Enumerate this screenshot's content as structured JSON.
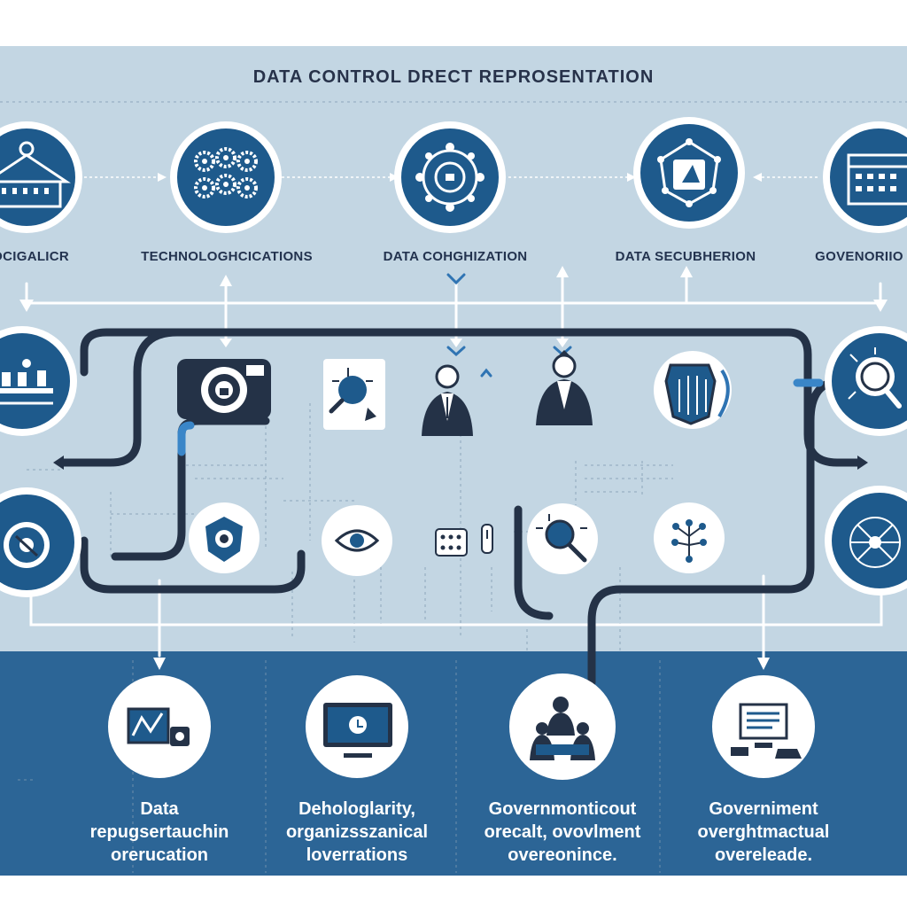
{
  "title": "DATA CONTROL DRECT REPROSENTATION",
  "colors": {
    "light_panel": "#c3d6e3",
    "dark_panel": "#2c6596",
    "navy": "#1e5a8c",
    "line": "#243247",
    "accent_blue": "#2f74b3"
  },
  "top_nodes": [
    {
      "label": "TOCIGALICR",
      "icon": "school-building-icon"
    },
    {
      "label": "TECHNOLOGHCICATIONS",
      "icon": "gears-icon"
    },
    {
      "label": "DATA COHGHIZATION",
      "icon": "gear-lock-icon"
    },
    {
      "label": "DATA SECUBHERION",
      "icon": "network-shield-icon"
    },
    {
      "label": "GOVENORIIO",
      "icon": "calendar-grid-icon"
    }
  ],
  "middle_icons": [
    "meeting-table-icon",
    "camera-lock-icon",
    "magnifier-card-icon",
    "official-person-icon",
    "official-person-icon",
    "shield-document-icon",
    "magnifier-circle-icon"
  ],
  "lower_icons": [
    "disk-icon",
    "security-shield-icon",
    "eye-icon",
    "control-panel-icon",
    "magnifier-small-icon",
    "network-tree-icon",
    "atom-network-icon"
  ],
  "bottom_nodes": [
    {
      "lines": [
        "Data",
        "repugsertauchin",
        "orerucation"
      ],
      "icon": "analytics-monitor-icon"
    },
    {
      "lines": [
        "Dehologlarity,",
        "organizsszanical",
        "loverrations"
      ],
      "icon": "desktop-monitor-icon"
    },
    {
      "lines": [
        "Governmonticout",
        "orecalt, ovovlment",
        "overeonince."
      ],
      "icon": "people-meeting-icon"
    },
    {
      "lines": [
        "Governiment",
        "overghtmactual",
        "overeleade."
      ],
      "icon": "computer-workstation-icon"
    }
  ]
}
